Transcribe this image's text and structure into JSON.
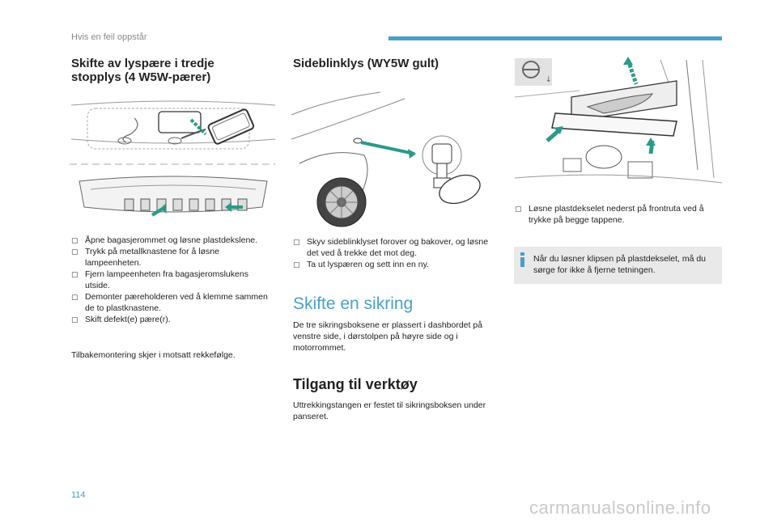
{
  "header": {
    "title": "Hvis en feil oppstår",
    "accent": "#4a9fc8"
  },
  "col1": {
    "heading_line1": "Skifte av lyspære i tredje",
    "heading_line2": "stopplys (4 W5W-pærer)",
    "steps": [
      "Åpne bagasjerommet og løsne plastdekslene.",
      "Trykk på metallknastene for å løsne lampeenheten.",
      "Fjern lampeenheten fra bagasjeromslukens utside.",
      "Demonter pæreholderen ved å klemme sammen de to plastknastene.",
      "Skift defekt(e) pære(r)."
    ],
    "footer": "Tilbakemontering skjer i motsatt rekkefølge."
  },
  "col2": {
    "heading": "Sideblinklys (WY5W gult)",
    "steps": [
      "Skyv sideblinklyset forover og bakover, og løsne det ved å trekke det mot deg.",
      "Ta ut lyspæren og sett inn en ny."
    ],
    "section_title": "Skifte en sikring",
    "section_text": "De tre sikringsboksene er plassert i dashbordet på venstre side, i dørstolpen på høyre side og i motorrommet.",
    "subsection_title": "Tilgang til verktøy",
    "subsection_text": "Uttrekkingstangen er festet til sikringsboksen under panseret."
  },
  "col3": {
    "steps": [
      "Løsne plastdekselet nederst på frontruta ved å trykke på begge tappene."
    ],
    "note": "Når du løsner klipsen på plastdekselet, må du sørge for ikke å fjerne tetningen."
  },
  "page_number": "114",
  "watermark": "carmanualsonline.info",
  "icons": {
    "bullet": "bullet-icon",
    "info": "info-icon",
    "steering_wheel": "steering-wheel-icon"
  }
}
